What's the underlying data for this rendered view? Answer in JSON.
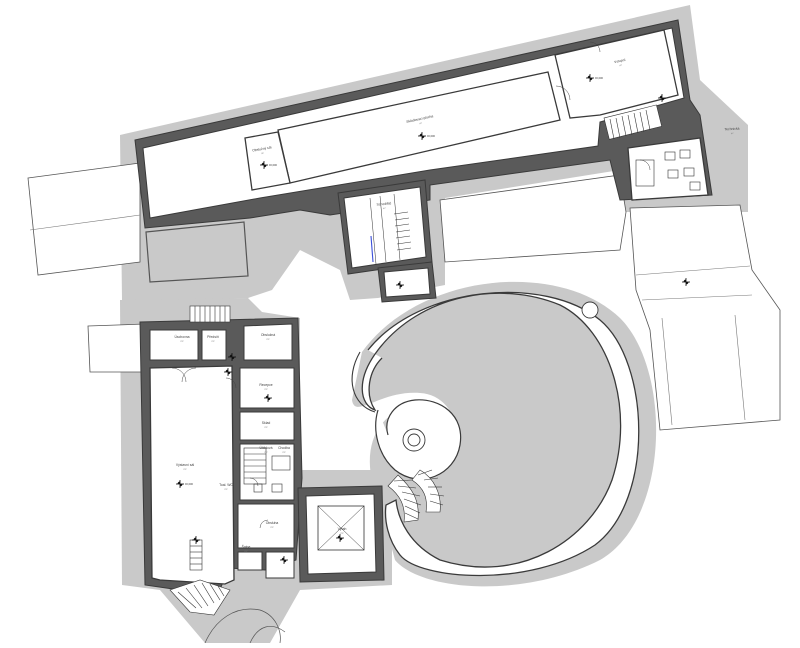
{
  "plan": {
    "colors": {
      "hatch": "#c9c9c9",
      "wall": "#555555",
      "stroke": "#3a3a3a",
      "accent": "#3b4fd8",
      "room_fill": "#ffffff",
      "background": "#ffffff"
    },
    "icons": [
      "level-marker-icon",
      "stair-icon",
      "door-swing-icon",
      "spiral-icon"
    ],
    "rooms": [
      {
        "id": "r1",
        "name": "Skladovací plocha",
        "detail": "m²",
        "level": "±0,000"
      },
      {
        "id": "r2",
        "name": "Obslužný sál",
        "detail": "m²",
        "level": "±0,000"
      },
      {
        "id": "r3",
        "name": "Schodiště",
        "detail": "m²",
        "level": ""
      },
      {
        "id": "r4",
        "name": "Vstupní",
        "detail": "m²",
        "level": "±0,000"
      },
      {
        "id": "r5",
        "name": "Technická",
        "detail": "m²",
        "level": ""
      },
      {
        "id": "r6",
        "name": "Výstavní sál",
        "detail": "m²",
        "level": "±0,000"
      },
      {
        "id": "r7",
        "name": "Úschovna",
        "detail": "m²",
        "level": ""
      },
      {
        "id": "r8",
        "name": "Předsíň",
        "detail": "m²",
        "level": ""
      },
      {
        "id": "r9",
        "name": "Obslužná",
        "detail": "m²",
        "level": ""
      },
      {
        "id": "r10",
        "name": "Recepce",
        "detail": "m²",
        "level": ""
      },
      {
        "id": "r11",
        "name": "Sklad",
        "detail": "m²",
        "level": ""
      },
      {
        "id": "r12",
        "name": "Chodba",
        "detail": "m²",
        "level": ""
      },
      {
        "id": "r13",
        "name": "Úklidová",
        "detail": "m²",
        "level": ""
      },
      {
        "id": "r14",
        "name": "Toal. WC",
        "detail": "m²",
        "level": ""
      },
      {
        "id": "r15",
        "name": "Obsluha",
        "detail": "m²",
        "level": ""
      },
      {
        "id": "r16",
        "name": "Šatna",
        "detail": "m²",
        "level": ""
      },
      {
        "id": "r17",
        "name": "Výtah",
        "detail": "m²",
        "level": ""
      }
    ]
  }
}
